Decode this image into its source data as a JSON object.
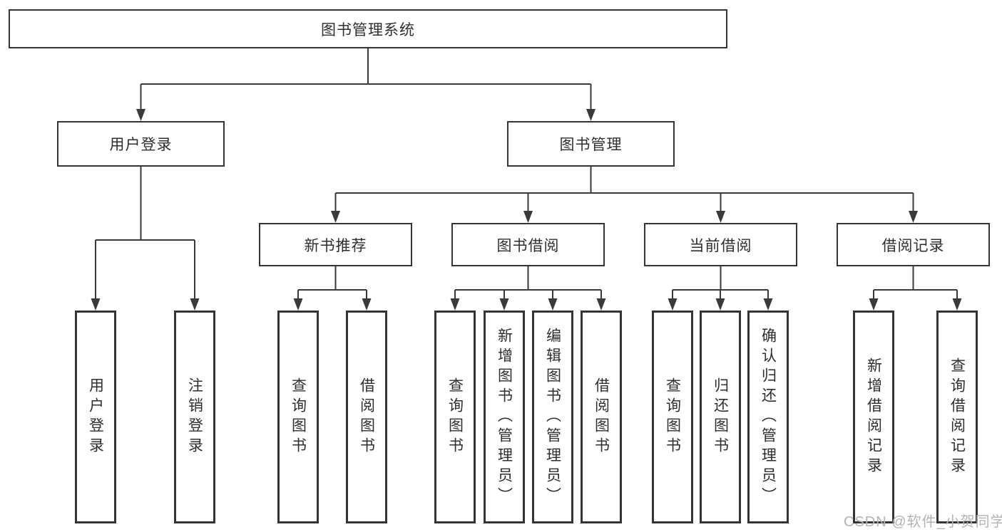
{
  "diagram": {
    "title": "图书管理系统",
    "root": {
      "label": "图书管理系统"
    },
    "branches": [
      {
        "label": "用户登录",
        "children": [
          {
            "label": "用户登录"
          },
          {
            "label": "注销登录"
          }
        ]
      },
      {
        "label": "图书管理",
        "children": [
          {
            "label": "新书推荐",
            "children": [
              {
                "label": "查询图书"
              },
              {
                "label": "借阅图书"
              }
            ]
          },
          {
            "label": "图书借阅",
            "children": [
              {
                "label": "查询图书"
              },
              {
                "label": "新增图书（管理员）"
              },
              {
                "label": "编辑图书（管理员）"
              },
              {
                "label": "借阅图书"
              }
            ]
          },
          {
            "label": "当前借阅",
            "children": [
              {
                "label": "查询图书"
              },
              {
                "label": "归还图书"
              },
              {
                "label": "确认归还（管理员）"
              }
            ]
          },
          {
            "label": "借阅记录",
            "children": [
              {
                "label": "新增借阅记录"
              },
              {
                "label": "查询借阅记录"
              }
            ]
          }
        ]
      }
    ]
  },
  "watermark": {
    "text": "CSDN @软件_小贺同学"
  },
  "colors": {
    "line": "#3a3a3a",
    "box_border": "#343434",
    "text": "#2e2e2e",
    "background": "#ffffff",
    "watermark": "#b3b3b3"
  }
}
